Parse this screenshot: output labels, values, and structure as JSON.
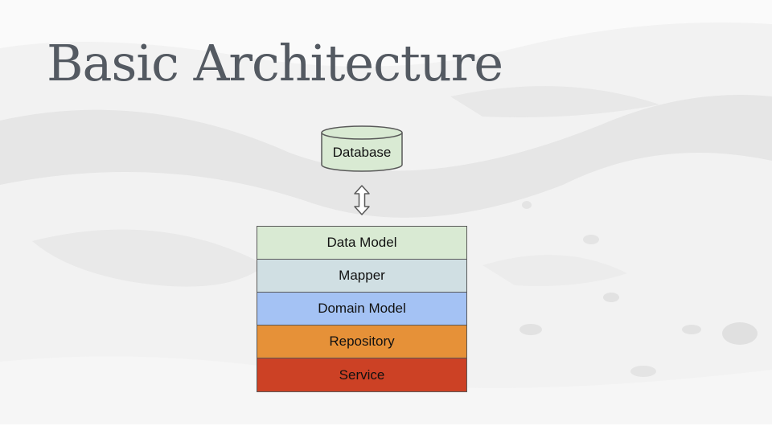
{
  "slide": {
    "title": "Basic Architecture"
  },
  "diagram": {
    "database": {
      "label": "Database",
      "fill": "#d9ead3"
    },
    "layers": [
      {
        "label": "Data Model",
        "fill": "#d9ead3"
      },
      {
        "label": "Mapper",
        "fill": "#d0dfe3"
      },
      {
        "label": "Domain Model",
        "fill": "#a4c2f4"
      },
      {
        "label": "Repository",
        "fill": "#e69138"
      },
      {
        "label": "Service",
        "fill": "#cc4125"
      }
    ]
  }
}
